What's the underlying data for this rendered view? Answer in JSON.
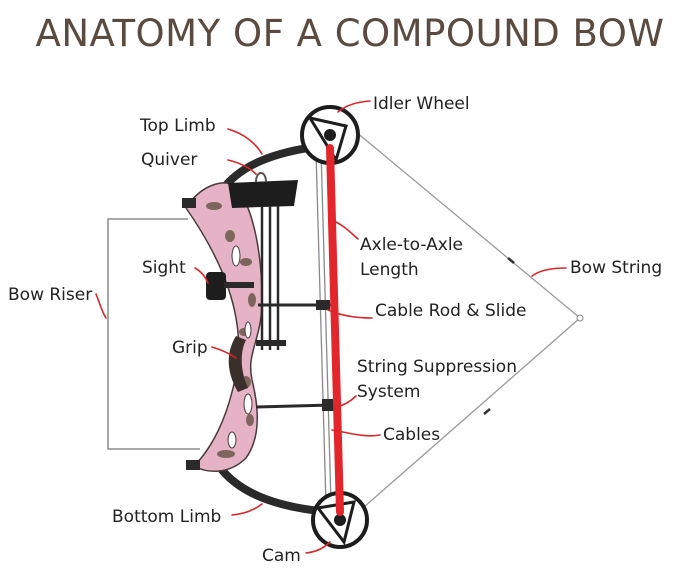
{
  "title": "ANATOMY OF A COMPOUND BOW",
  "colors": {
    "title": "#5a4a3f",
    "leader": "#d9262b",
    "axle_bar": "#e3262b",
    "limb": "#2a2a2a",
    "riser_camo": "#e6b3c6"
  },
  "labels": {
    "top_limb": "Top Limb",
    "quiver": "Quiver",
    "idler_wheel": "Idler Wheel",
    "axle_to_axle_line1": "Axle-to-Axle",
    "axle_to_axle_line2": "Length",
    "bow_string": "Bow String",
    "sight": "Sight",
    "bow_riser": "Bow Riser",
    "cable_rod_slide": "Cable Rod & Slide",
    "grip": "Grip",
    "string_suppression_line1": "String Suppression",
    "string_suppression_line2": "System",
    "cables": "Cables",
    "bottom_limb": "Bottom Limb",
    "cam": "Cam"
  }
}
